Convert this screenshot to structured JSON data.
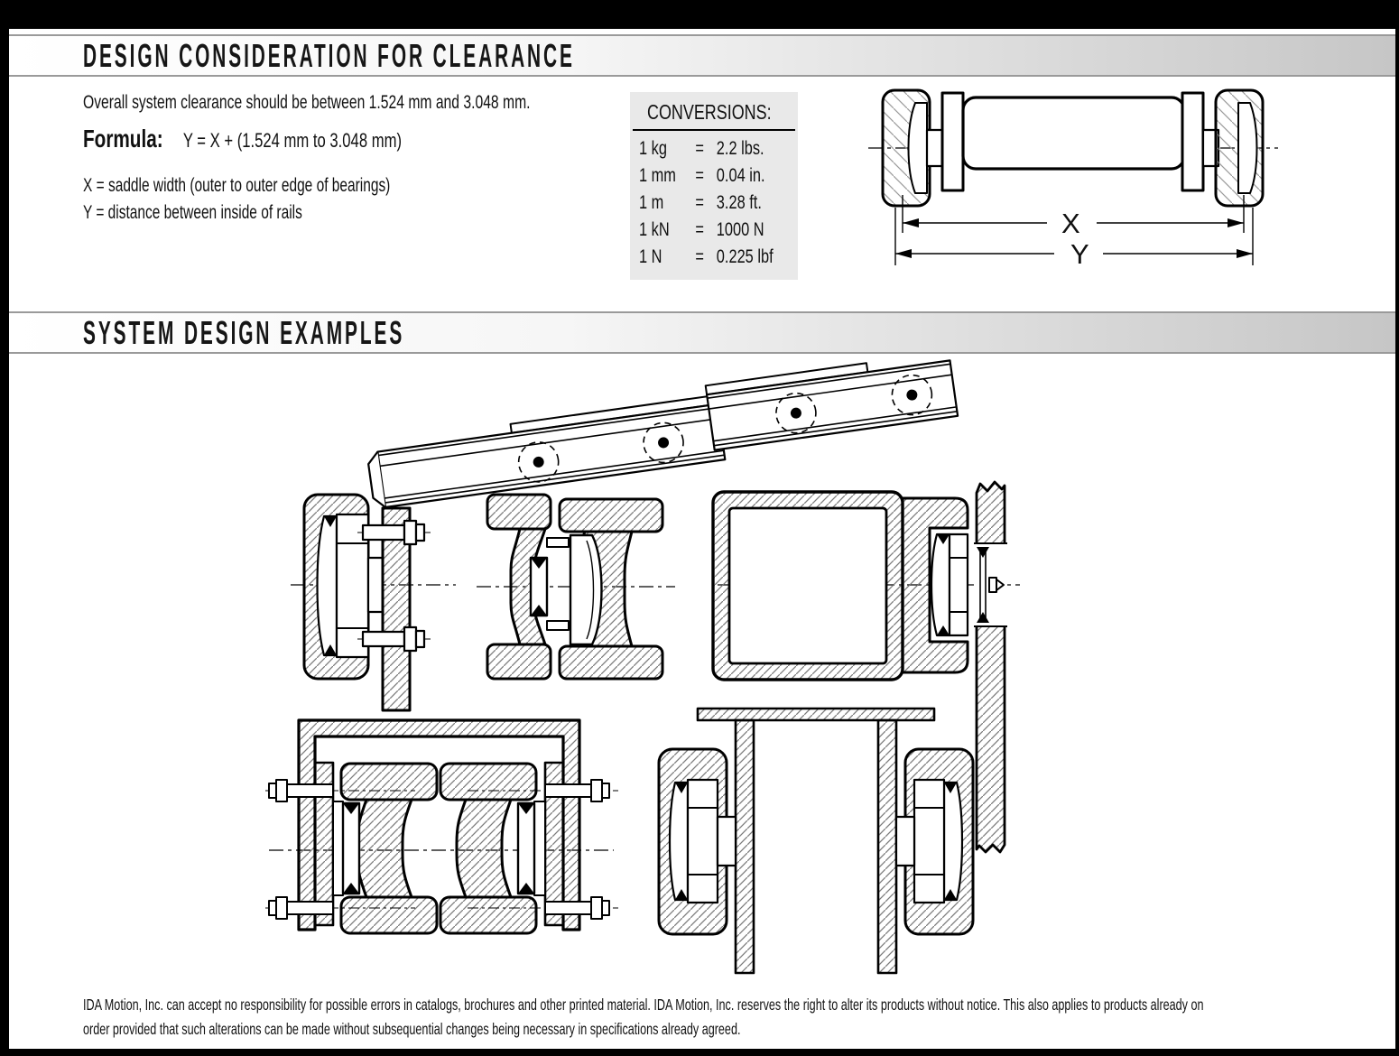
{
  "colors": {
    "frame": "#000000",
    "ink": "#111111",
    "band_start": "#ffffff",
    "band_end": "#c6c6c6",
    "band_border": "#9a9a9a",
    "conv_bg": "#e9e9e9"
  },
  "header": {
    "title": "DESIGN CONSIDERATION FOR CLEARANCE"
  },
  "clearance": {
    "intro": "Overall system clearance should be between 1.524 mm and 3.048 mm.",
    "formula_label": "Formula:",
    "formula": "Y = X + (1.524 mm to 3.048 mm)",
    "x_definition": "X = saddle width (outer to outer edge of bearings)",
    "y_definition": "Y = distance between inside of rails"
  },
  "conversions": {
    "title": "CONVERSIONS:",
    "rows": [
      {
        "from": "1 kg",
        "eq": "=",
        "to": "2.2 lbs."
      },
      {
        "from": "1 mm",
        "eq": "=",
        "to": "0.04 in."
      },
      {
        "from": "1 m",
        "eq": "=",
        "to": "3.28 ft."
      },
      {
        "from": "1 kN",
        "eq": "=",
        "to": "1000 N"
      },
      {
        "from": "1 N",
        "eq": "=",
        "to": "0.225 lbf"
      }
    ]
  },
  "saddle_diagram": {
    "dim_x": "X",
    "dim_y": "Y"
  },
  "examples": {
    "title": "SYSTEM DESIGN EXAMPLES"
  },
  "footer": {
    "line1": "IDA Motion, Inc. can accept no responsibility for possible errors in catalogs, brochures and other printed material. IDA Motion, Inc. reserves the right to alter its products without notice. This also applies to products already on",
    "line2": "order provided that such alterations can be made without subsequential changes being necessary in specifications already agreed."
  }
}
